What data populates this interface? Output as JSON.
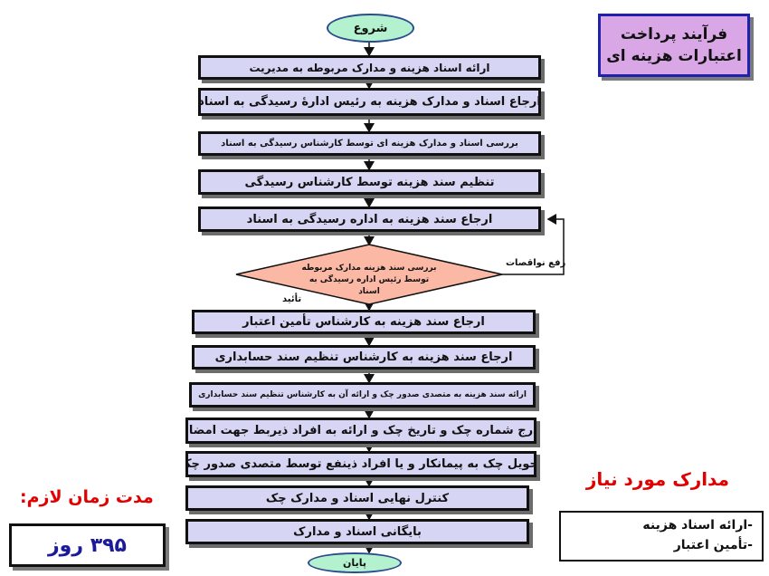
{
  "flowchart": {
    "start": "شروع",
    "end": "پایان",
    "steps": [
      "ارائه اسناد هزینه و مدارک مربوطه به مدیریت",
      "ارجاع اسناد و مدارک هزینه به رئیس ادارهٔ رسیدگی به اسناد",
      "بررسی اسناد و مدارک هزینه ای توسط کارشناس رسیدگی به اسناد",
      "تنظیم سند هزینه توسط کارشناس رسیدگی",
      "ارجاع سند هزینه به اداره رسیدگی به اسناد",
      "ارجاع سند هزینه به کارشناس تأمین اعتبار",
      "ارجاع سند هزینه به کارشناس تنظیم سند حسابداری",
      "ارائه سند هزینه به متصدی صدور چک و ارائه آن به کارشناس تنظیم سند حسابداری",
      "درج شماره چک و تاریخ چک و ارائه به افراد ذیربط جهت امضاء",
      "تحویل چک به پیمانکار و یا افراد ذینفع توسط متصدی صدور چک",
      "کنترل نهایی اسناد و مدارک چک",
      "بایگانی اسناد و مدارک"
    ],
    "decision": {
      "line1": "بررسی سند هزینه مدارک مربوطه",
      "line2": "توسط رئیس اداره رسیدگی به اسناد",
      "approve_label": "تأئید",
      "reject_label": "رفع نواقصات"
    }
  },
  "title": {
    "line1": "فرآیند پرداخت",
    "line2": "اعتبارات هزینه ای"
  },
  "required_docs": {
    "heading": "مدارک مورد نیاز",
    "items": [
      "-ارائه اسناد هزینه",
      "-تأمین اعتبار"
    ]
  },
  "duration": {
    "heading": "مدت زمان لازم:",
    "value": "۳۹۵ روز"
  },
  "colors": {
    "step_fill": "#d6d5f3",
    "decision_fill": "#fbb9a5",
    "start_end_fill": "#b4f2cf",
    "title_fill": "#d9a7e6",
    "heading_red": "#e00000",
    "duration_text": "#1a1a9a"
  }
}
